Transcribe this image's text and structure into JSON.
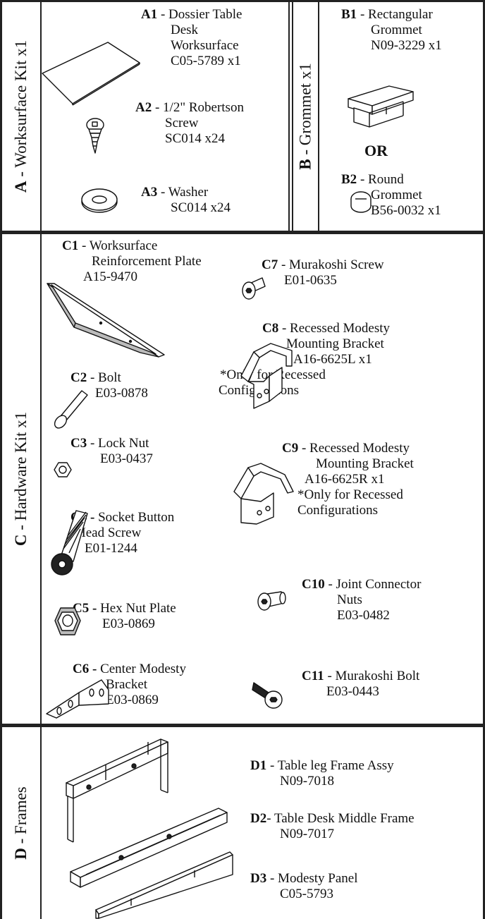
{
  "sections": {
    "A": {
      "code": "A",
      "label": " - Worksurface Kit x1"
    },
    "B": {
      "code": "B",
      "label": " - Grommet x1"
    },
    "C": {
      "code": "C",
      "label": " - Hardware Kit x1"
    },
    "D": {
      "code": "D",
      "label": " - Frames"
    }
  },
  "parts": {
    "A1": {
      "code": "A1",
      "lines": [
        "- Dossier Table",
        "Desk",
        "Worksurface",
        "C05-5789 x1"
      ]
    },
    "A2": {
      "code": "A2",
      "lines": [
        "- 1/2\" Robertson",
        "Screw",
        "SC014 x24"
      ]
    },
    "A3": {
      "code": "A3",
      "lines": [
        "- Washer",
        "SC014 x24"
      ]
    },
    "B1": {
      "code": "B1",
      "lines": [
        "- Rectangular",
        "Grommet",
        "N09-3229 x1"
      ]
    },
    "B_or": "OR",
    "B2": {
      "code": "B2",
      "lines": [
        "- Round",
        "Grommet",
        "B56-0032 x1"
      ]
    },
    "C1": {
      "code": "C1",
      "lines": [
        "- Worksurface",
        "Reinforcement Plate",
        "A15-9470"
      ]
    },
    "C2": {
      "code": "C2",
      "lines": [
        "- Bolt",
        "E03-0878"
      ]
    },
    "C3": {
      "code": "C3",
      "lines": [
        "- Lock Nut",
        "E03-0437"
      ]
    },
    "C4": {
      "code": "C4 -",
      "lines": [
        "Socket Button",
        "Head Screw",
        "E01-1244"
      ]
    },
    "C5": {
      "code": "C5 -",
      "lines": [
        "Hex Nut Plate",
        "E03-0869"
      ]
    },
    "C6": {
      "code": "C6 -",
      "lines": [
        "Center Modesty",
        "Bracket",
        "E03-0869"
      ]
    },
    "C7": {
      "code": "C7",
      "lines": [
        "- Murakoshi Screw",
        "E01-0635"
      ]
    },
    "C8": {
      "code": "C8",
      "lines": [
        "- Recessed Modesty",
        "Mounting Bracket",
        "A16-6625L x1",
        "*Only for Recessed",
        "Configurations"
      ]
    },
    "C9": {
      "code": "C9",
      "lines": [
        "- Recessed Modesty",
        "Mounting Bracket",
        "A16-6625R x1",
        "*Only for Recessed",
        "Configurations"
      ]
    },
    "C10": {
      "code": "C10",
      "lines": [
        "- Joint Connector",
        "Nuts",
        "E03-0482"
      ]
    },
    "C11": {
      "code": "C11",
      "lines": [
        "- Murakoshi Bolt",
        "E03-0443"
      ]
    },
    "D1": {
      "code": "D1",
      "lines": [
        "- Table leg Frame Assy",
        "N09-7018"
      ]
    },
    "D2": {
      "code": "D2",
      "lines": [
        "- Table Desk Middle Frame",
        "N09-7017"
      ]
    },
    "D3": {
      "code": "D3",
      "lines": [
        "- Modesty Panel",
        "C05-5793"
      ]
    }
  },
  "icons": [
    "worksurface-icon",
    "robertson-screw-icon",
    "washer-icon",
    "rectangular-grommet-icon",
    "round-grommet-icon",
    "reinforcement-plate-icon",
    "bolt-icon",
    "lock-nut-icon",
    "socket-screw-icon",
    "hex-nut-plate-icon",
    "center-bracket-icon",
    "murakoshi-screw-icon",
    "recessed-bracket-left-icon",
    "recessed-bracket-right-icon",
    "joint-connector-nut-icon",
    "murakoshi-bolt-icon",
    "frames-assembly-icon"
  ]
}
